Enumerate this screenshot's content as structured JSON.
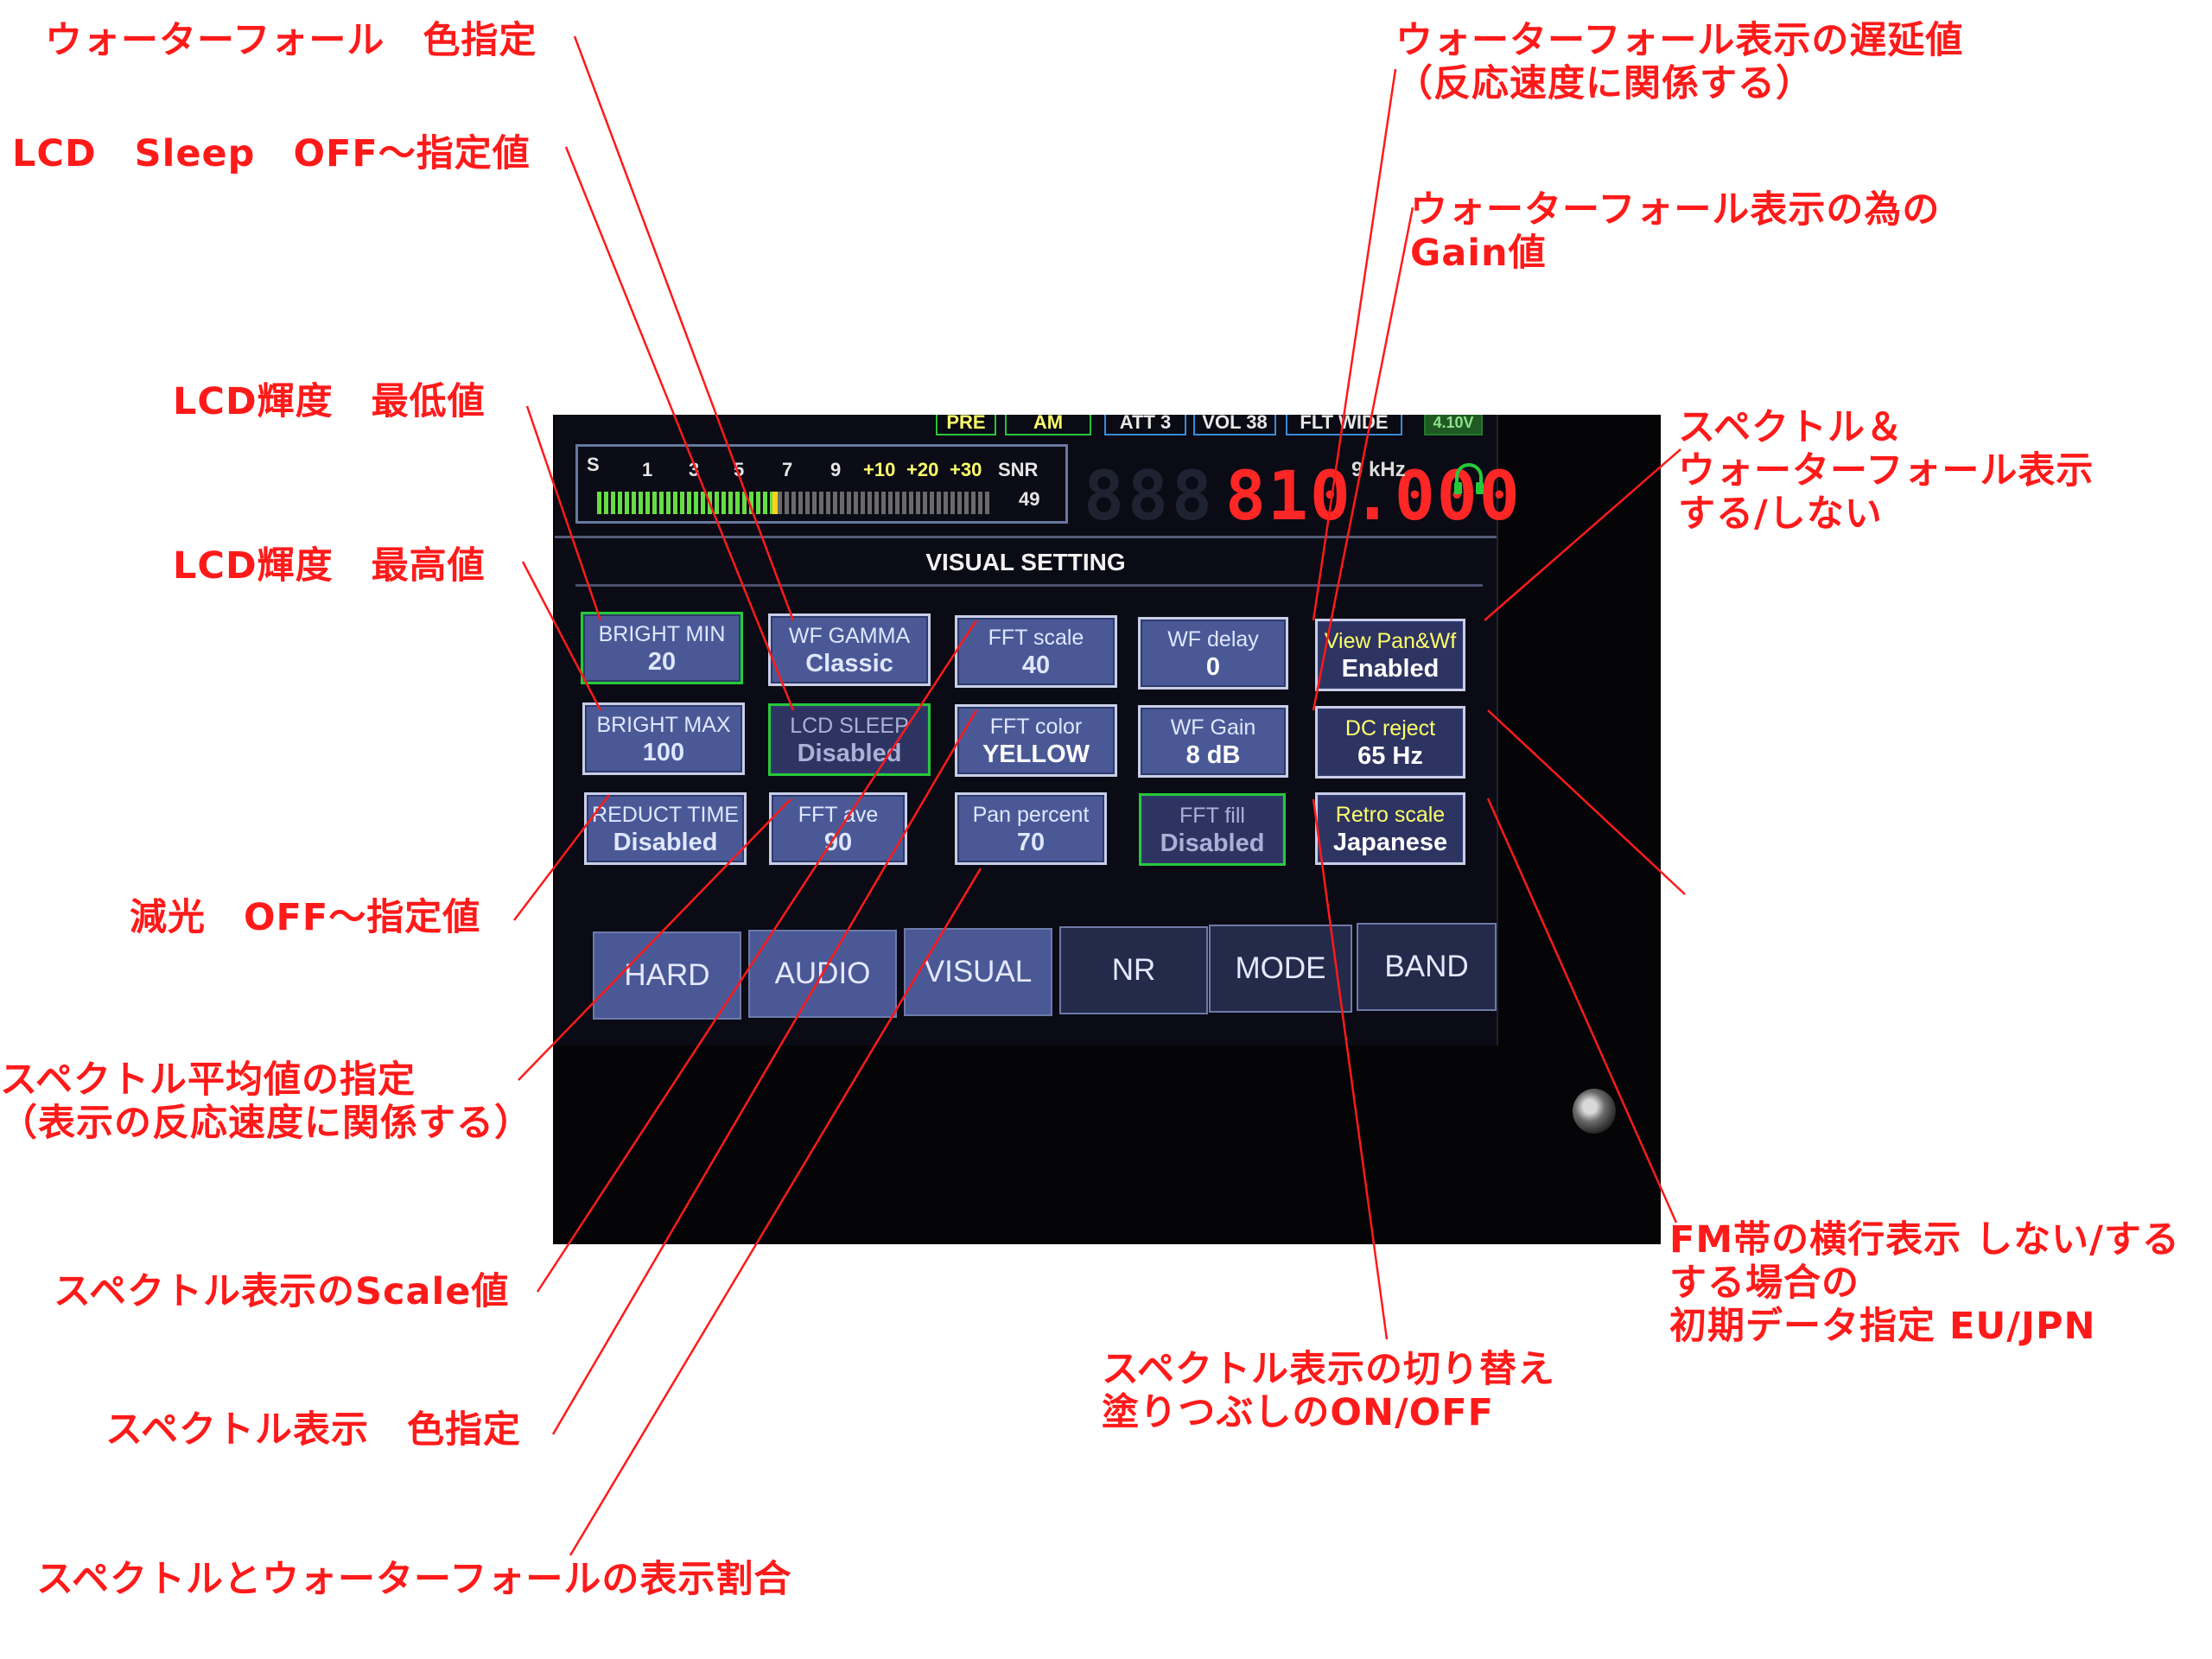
{
  "annotations": {
    "wf_color": "ウォーターフォール　色指定",
    "lcd_sleep": "LCD　Sleep　OFF～指定値",
    "bright_min": "LCD輝度　最低値",
    "bright_max": "LCD輝度　最高値",
    "reduct": "減光　OFF～指定値",
    "fft_ave": "スペクトル平均値の指定\n（表示の反応速度に関係する）",
    "fft_scale": "スペクトル表示のScale値",
    "fft_color": "スペクトル表示　色指定",
    "pan_percent": "スペクトルとウォーターフォールの表示割合",
    "wf_delay": "ウォーターフォール表示の遅延値\n（反応速度に関係する）",
    "wf_gain": "ウォーターフォール表示の為の\nGain値",
    "view_pan": "スペクトル＆\nウォーターフォール表示\nする/しない",
    "retro": "FM帯の横行表示 しない/する\nする場合の\n初期データ指定 EU/JPN",
    "fft_fill": "スペクトル表示の切り替え\n塗りつぶしのON/OFF"
  },
  "status_chips": [
    "ATT 3",
    "VOL 38",
    "FLT WIDE",
    "4.10V"
  ],
  "status_chips_partial": [
    "PRE",
    "AM"
  ],
  "smeter": {
    "scale": [
      "S",
      "1",
      "3",
      "5",
      "7",
      "9",
      "+10",
      "+20",
      "+30",
      "SNR"
    ],
    "snr_value": "49",
    "level_fraction": 0.46
  },
  "frequency": {
    "value": "810.000",
    "step": "9 kHz"
  },
  "screen_title": "VISUAL SETTING",
  "tiles": [
    {
      "label": "BRIGHT MIN",
      "value": "20"
    },
    {
      "label": "WF GAMMA",
      "value": "Classic"
    },
    {
      "label": "FFT scale",
      "value": "40"
    },
    {
      "label": "WF delay",
      "value": "0"
    },
    {
      "label": "View Pan&Wf",
      "value": "Enabled"
    },
    {
      "label": "BRIGHT MAX",
      "value": "100"
    },
    {
      "label": "LCD SLEEP",
      "value": "Disabled"
    },
    {
      "label": "FFT color",
      "value": "YELLOW"
    },
    {
      "label": "WF Gain",
      "value": "8 dB"
    },
    {
      "label": "DC reject",
      "value": "65 Hz"
    },
    {
      "label": "REDUCT TIME",
      "value": "Disabled"
    },
    {
      "label": "FFT ave",
      "value": "90"
    },
    {
      "label": "Pan percent",
      "value": "70"
    },
    {
      "label": "FFT fill",
      "value": "Disabled"
    },
    {
      "label": "Retro scale",
      "value": "Japanese"
    }
  ],
  "tabs": [
    "HARD",
    "AUDIO",
    "VISUAL",
    "NR",
    "MODE",
    "BAND"
  ],
  "colors": {
    "annotation": "#ff1a1a",
    "frequency": "#ff2626",
    "tile_active_border": "#27c93a",
    "label_highlight": "#ffff6a"
  }
}
